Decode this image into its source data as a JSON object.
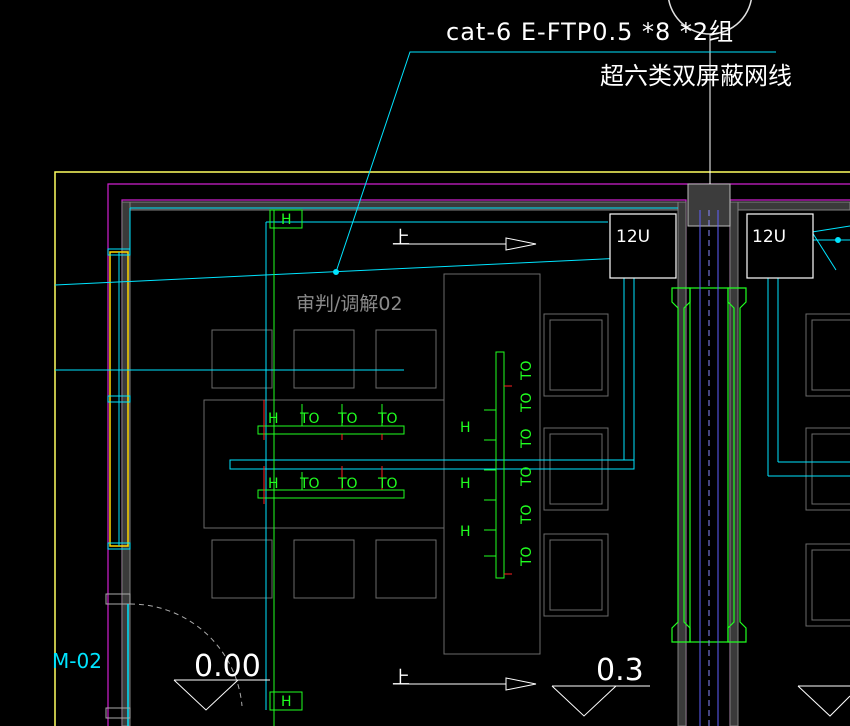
{
  "annotation": {
    "cable_spec": "cat-6 E-FTP0.5 *8 *2组",
    "cable_desc": "超六类双屏蔽网线"
  },
  "room": {
    "name": "审判/调解02",
    "door_tag": "M-02",
    "level_left": "0.00",
    "level_right": "0.3",
    "up_arrow_label": "上"
  },
  "cabinets": {
    "left": "12U",
    "right": "12U"
  },
  "outlets": {
    "h_label": "H",
    "to_label": "TO"
  },
  "colors": {
    "background": "#000000",
    "wall_magenta": "#d020d0",
    "cyan": "#00e5ff",
    "green": "#20ff20",
    "white": "#ffffff",
    "gray": "#7a7a7a",
    "yellow": "#ffd800",
    "red": "#ff2020",
    "blue": "#3050ff"
  }
}
